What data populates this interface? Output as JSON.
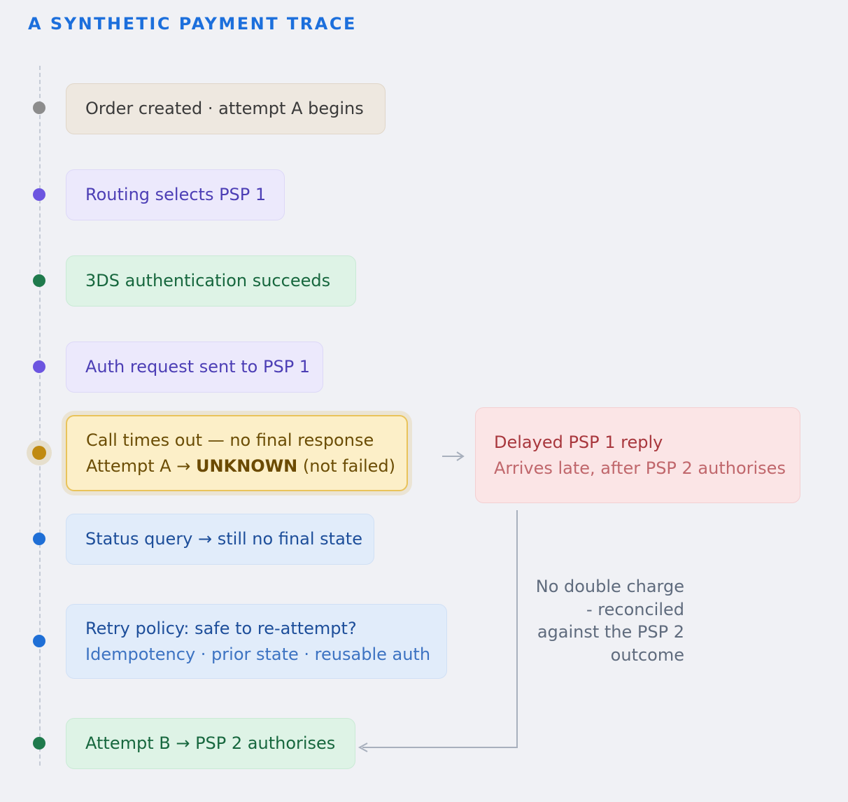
{
  "title": "A SYNTHETIC PAYMENT TRACE",
  "steps": [
    {
      "text": "Order created · attempt A begins",
      "tone": "neutral"
    },
    {
      "text": "Routing selects PSP 1",
      "tone": "purple"
    },
    {
      "text": "3DS authentication succeeds",
      "tone": "green"
    },
    {
      "text": "Auth request sent to PSP 1",
      "tone": "purple"
    },
    {
      "line1": "Call times out — no final response",
      "line2_prefix": "Attempt A → ",
      "line2_strong": "UNKNOWN",
      "line2_suffix": " (not failed)",
      "tone": "amber"
    },
    {
      "text": "Status query → still no final state",
      "tone": "blue"
    },
    {
      "line1": "Retry policy: safe to re-attempt?",
      "line2": "Idempotency · prior state · reusable auth",
      "tone": "blue"
    },
    {
      "text": "Attempt B → PSP 2 authorises",
      "tone": "green"
    }
  ],
  "side": {
    "title": "Delayed PSP 1 reply",
    "subtitle": "Arrives late, after PSP 2 authorises"
  },
  "note": {
    "line1": "No double charge",
    "line2": "- reconciled",
    "line3": "against the PSP 2",
    "line4": "outcome"
  },
  "colors": {
    "dot_neutral": "#8c8c8c",
    "dot_purple": "#6c55e0",
    "dot_green": "#1f7a4c",
    "dot_amber": "#c08a10",
    "dot_blue": "#1f6fd6",
    "connector": "#a8b0bd",
    "title": "#1c6fdc"
  }
}
